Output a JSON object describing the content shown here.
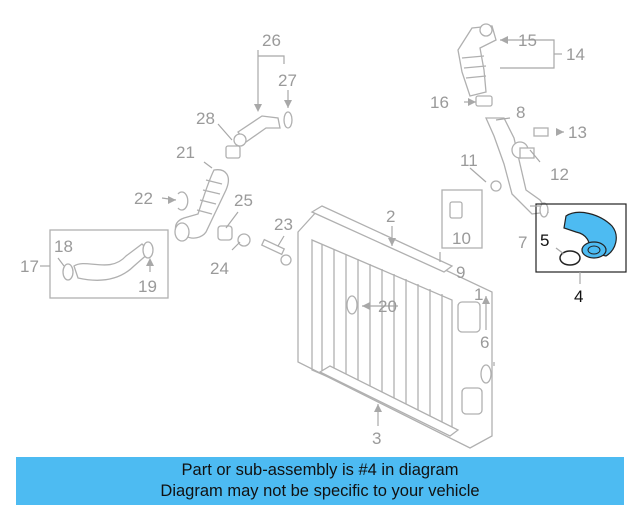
{
  "callouts": {
    "c1": "1",
    "c2": "2",
    "c3": "3",
    "c4": "4",
    "c5": "5",
    "c6": "6",
    "c7": "7",
    "c8": "8",
    "c9": "9",
    "c10": "10",
    "c11": "11",
    "c12": "12",
    "c13": "13",
    "c14": "14",
    "c15": "15",
    "c16": "16",
    "c17": "17",
    "c18": "18",
    "c19": "19",
    "c20": "20",
    "c21": "21",
    "c22": "22",
    "c23": "23",
    "c24": "24",
    "c25": "25",
    "c26": "26",
    "c27": "27",
    "c28": "28"
  },
  "highlighted_part": "4",
  "colors": {
    "highlight": "#4dbbf2",
    "banner": "#4dbbf2",
    "lines": "#a8a8a8"
  },
  "banner": {
    "line1": "Part or sub-assembly is #4 in diagram",
    "line2": "Diagram may not be specific to your vehicle"
  }
}
